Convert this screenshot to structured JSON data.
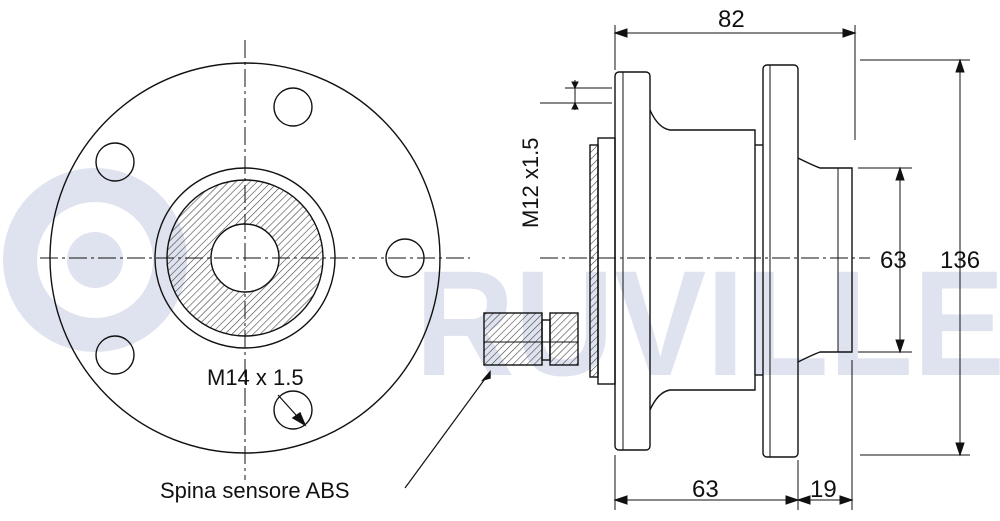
{
  "watermark": {
    "text": "RUVILLE",
    "color": "#dfe3ef"
  },
  "dimensions": {
    "overall_width": "82",
    "flange_width": "63",
    "spigot_length": "19",
    "spigot_diameter": "63",
    "flange_diameter": "136"
  },
  "labels": {
    "hub_thread": "M14 x 1.5",
    "axle_thread": "M12 x1.5",
    "abs_sensor": "Spina sensore ABS"
  },
  "colors": {
    "line": "#111111",
    "hatch": "#444444"
  }
}
